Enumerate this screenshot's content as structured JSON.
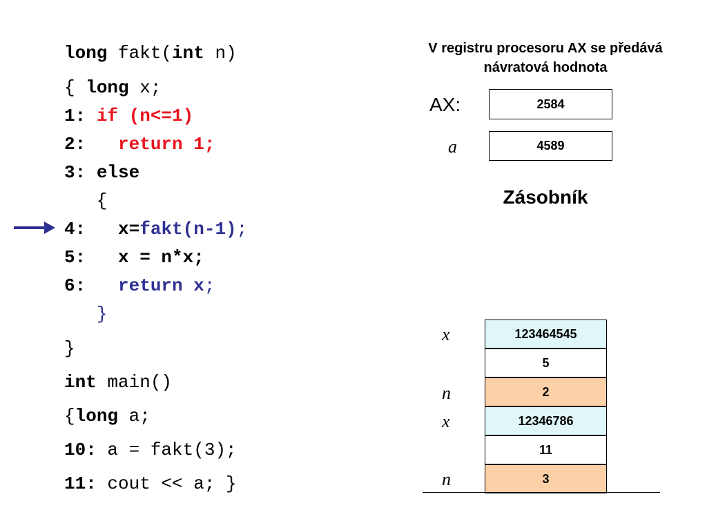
{
  "code": {
    "l1_kw": "long",
    "l1_rest": " fakt(",
    "l1_kw2": "int",
    "l1_end": " n)",
    "l2_pre": "{ ",
    "l2_kw": "long",
    "l2_rest": " x;",
    "l3_num": "1:",
    "l3_code": " if (n<=1)",
    "l4_num": "2:",
    "l4_code": "   return 1;",
    "l5_num": "3:",
    "l5_code": " else",
    "l6_brace": "   {",
    "l7_num": "4:",
    "l7_var": "   x=",
    "l7_call": "fakt(n-1)",
    "l7_semi": ";",
    "l8_num": "5:",
    "l8_code": "   x = n*x;",
    "l9_num": "6:",
    "l9_code": "   return x",
    "l9_semi": ";",
    "l10_brace": "   }",
    "l11_brace": "}",
    "l12_kw": "int",
    "l12_rest": " main()",
    "l13_pre": "{",
    "l13_kw": "long",
    "l13_rest": " a;",
    "l14_num": "10:",
    "l14_code": " a = fakt(3);",
    "l15_num": "11:",
    "l15_code": " cout << a; }"
  },
  "caption": "V registru procesoru AX se předává návratová hodnota",
  "registers": {
    "ax_label": "AX:",
    "ax_value": "2584",
    "a_label": "a",
    "a_value": "4589"
  },
  "stack": {
    "title": "Zásobník",
    "cells": [
      {
        "label": "x",
        "value": "123464545",
        "color": "#e0f7fa"
      },
      {
        "label": "",
        "value": "5",
        "color": "#ffffff"
      },
      {
        "label": "n",
        "value": "2",
        "color": "#fcd1a8"
      },
      {
        "label": "x",
        "value": "12346786",
        "color": "#e0f7fa"
      },
      {
        "label": "",
        "value": "11",
        "color": "#ffffff"
      },
      {
        "label": "n",
        "value": "3",
        "color": "#fcd1a8"
      }
    ]
  },
  "colors": {
    "arrow": "#2f3192",
    "red": "#e8141e",
    "blue": "#2f3192"
  }
}
